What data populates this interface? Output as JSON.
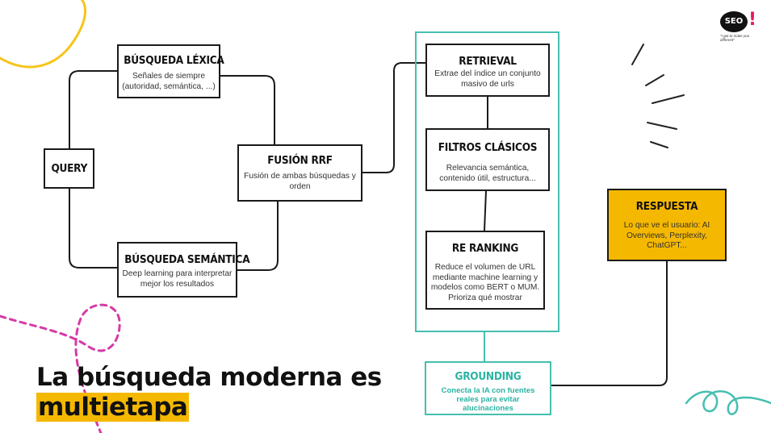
{
  "headline": {
    "line1": "La búsqueda moderna es",
    "line2": "multietapa"
  },
  "nodes": {
    "query": {
      "title": "QUERY"
    },
    "lexica": {
      "title": "BÚSQUEDA LÉXICA",
      "desc_lines": [
        "Señales de siempre",
        "(autoridad, semántica, ...)"
      ]
    },
    "semantica": {
      "title": "BÚSQUEDA SEMÁNTICA",
      "desc_lines": [
        "Deep learning para interpretar",
        "mejor los resultados"
      ]
    },
    "fusion": {
      "title": "FUSIÓN RRF",
      "desc_lines": [
        "Fusión de ambas búsquedas y",
        "orden"
      ]
    },
    "retrieval": {
      "title": "RETRIEVAL",
      "desc_lines": [
        "Extrae del índice un conjunto",
        "masivo de urls"
      ]
    },
    "filtros": {
      "title": "FILTROS CLÁSICOS",
      "desc_lines": [
        "Relevancia semántica,",
        "contenido útil, estructura..."
      ]
    },
    "reranking": {
      "title": "RE RANKING",
      "desc_lines": [
        "Reduce el volumen de URL",
        "mediante machine learning y",
        "modelos como BERT o MUM.",
        "Prioriza qué mostrar"
      ]
    },
    "respuesta": {
      "title": "RESPUESTA",
      "desc_lines": [
        "Lo que ve el usuario: AI",
        "Overviews, Perplexity,",
        "ChatGPT..."
      ]
    },
    "grounding": {
      "title": "GROUNDING",
      "desc_lines": [
        "Conecta la IA con fuentes",
        "reales para evitar",
        "alucinaciones"
      ]
    }
  },
  "brand": {
    "logo_text": "SEO",
    "tagline": "\"I got to make you different\""
  },
  "colors": {
    "accent_yellow": "#f5b800",
    "teal": "#45bfb0",
    "magenta": "#d63aa6",
    "logo_pink": "#e8195a",
    "line": "#1a1a1a"
  }
}
